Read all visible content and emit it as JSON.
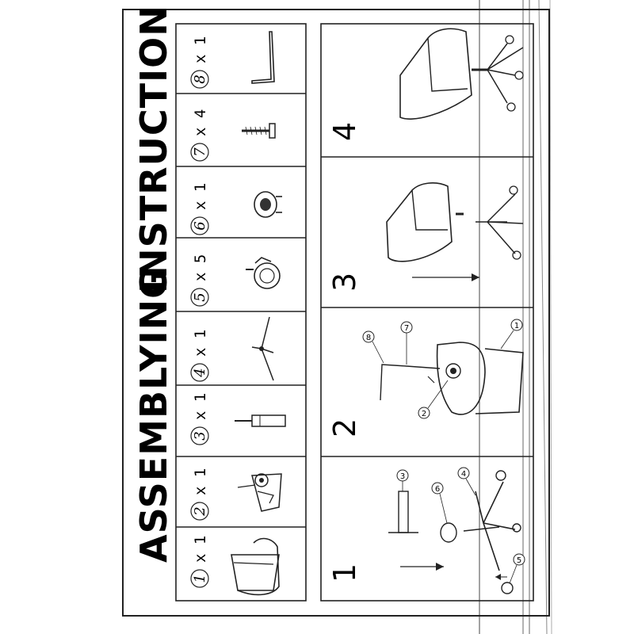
{
  "document": {
    "title_word_1": "ASSEMBLYING",
    "title_word_2": "INSTRUCTION"
  },
  "parts": [
    {
      "number": "1",
      "quantity": "x 1",
      "icon": "chair-seat-icon"
    },
    {
      "number": "2",
      "quantity": "x 1",
      "icon": "tilt-mechanism-icon"
    },
    {
      "number": "3",
      "quantity": "x 1",
      "icon": "gas-cylinder-icon"
    },
    {
      "number": "4",
      "quantity": "x 1",
      "icon": "star-base-icon"
    },
    {
      "number": "5",
      "quantity": "x 5",
      "icon": "caster-wheel-icon"
    },
    {
      "number": "6",
      "quantity": "x 1",
      "icon": "cylinder-cover-icon"
    },
    {
      "number": "7",
      "quantity": "x 4",
      "icon": "screw-icon"
    },
    {
      "number": "8",
      "quantity": "x 1",
      "icon": "allen-key-icon"
    }
  ],
  "steps": [
    {
      "number": "1",
      "callouts": [
        "3",
        "6",
        "4",
        "5"
      ]
    },
    {
      "number": "2",
      "callouts": [
        "8",
        "7",
        "1",
        "2"
      ]
    },
    {
      "number": "3",
      "callouts": []
    },
    {
      "number": "4",
      "callouts": []
    }
  ],
  "colors": {
    "ink": "#222222",
    "paper": "#ffffff"
  }
}
